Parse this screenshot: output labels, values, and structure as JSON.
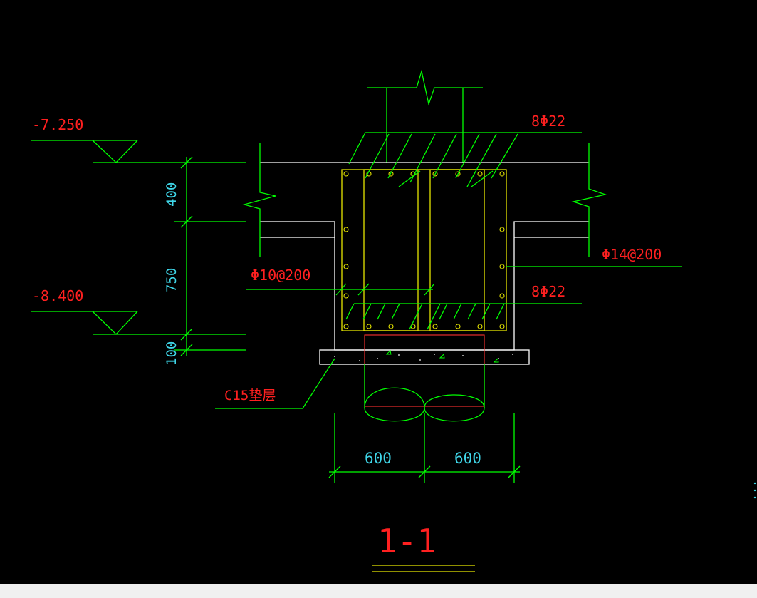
{
  "drawing": {
    "elevations": {
      "top": "-7.250",
      "bottom": "-8.400"
    },
    "dimensions_vertical": {
      "d1": "400",
      "d2": "750",
      "d3": "100"
    },
    "dimensions_horizontal": {
      "left": "600",
      "right": "600"
    },
    "rebar_labels": {
      "top_bars": "8Φ22",
      "bottom_bars": "8Φ22",
      "stirrup": "Φ10@200",
      "side_bars": "Φ14@200"
    },
    "cushion_label": "C15垫层",
    "section_title": "1-1"
  },
  "colors": {
    "background": "#000000",
    "green": "#00ff00",
    "white": "#ffffff",
    "yellow": "#e6e600",
    "red": "#ff2020",
    "cyan": "#3fd6e8"
  }
}
